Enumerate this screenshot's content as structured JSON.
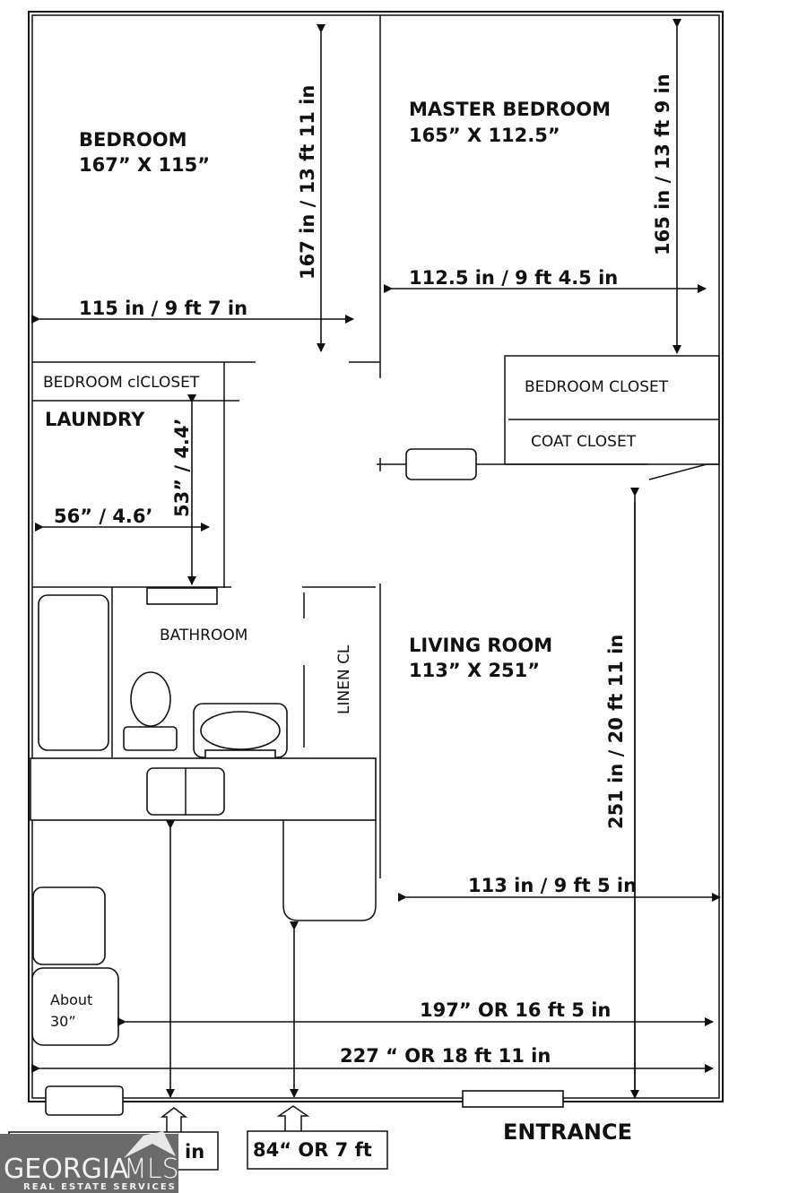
{
  "rooms": {
    "bedroom": {
      "name": "BEDROOM",
      "size": "167” X  115”"
    },
    "master_bedroom": {
      "name": "MASTER BEDROOM",
      "size": "165” X 112.5”"
    },
    "bedroom_closet_left": {
      "name": "BEDROOM clCLOSET"
    },
    "laundry": {
      "name": "LAUNDRY"
    },
    "bedroom_closet_right": {
      "name": "BEDROOM CLOSET"
    },
    "coat_closet": {
      "name": "COAT CLOSET"
    },
    "bathroom": {
      "name": "BATHROOM"
    },
    "linen_closet": {
      "name": "LINEN CL"
    },
    "living_room": {
      "name": "LIVING ROOM",
      "size": "113” X 251”"
    },
    "chair_note": {
      "line1": "About",
      "line2": "30”"
    }
  },
  "dimensions": {
    "bedroom_height": "167 in / 13 ft 11 in",
    "bedroom_width": "115 in / 9 ft 7 in",
    "master_height": "165 in / 13 ft 9 in",
    "master_width": "112.5 in / 9 ft 4.5 in",
    "laundry_height": "53” / 4.4’",
    "laundry_width": "56” / 4.6’",
    "living_height": "251 in / 20 ft 11 in",
    "living_width": "113 in / 9 ft  5 in",
    "width_197": "197” OR 16 ft 5 in",
    "width_227": "227 “ OR  18 ft 11 in",
    "kitchen_depth_left": "in",
    "kitchen_depth_right": "84“ OR  7 ft"
  },
  "labels": {
    "entrance": "ENTRANCE"
  },
  "watermark": {
    "brand_left": "GEORGIA",
    "brand_right": "MLS",
    "tagline": "REAL ESTATE SERVICES",
    "background": "#6b6b6b"
  }
}
